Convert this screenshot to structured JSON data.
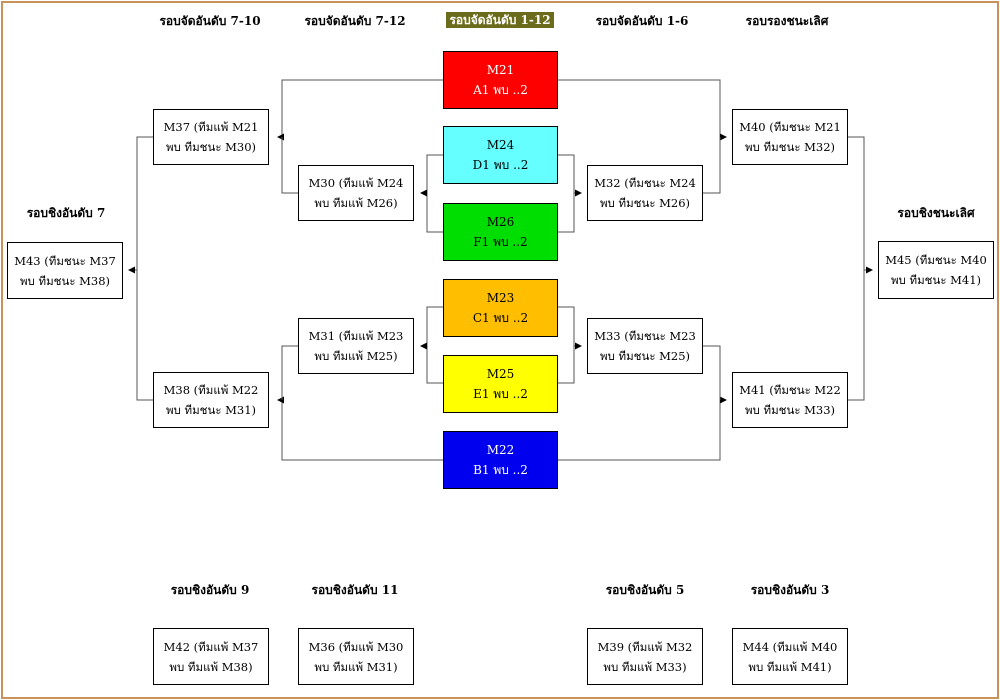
{
  "headers": {
    "h1": "รอบจัดอันดับ 7-10",
    "h2": "รอบจัดอันดับ 7-12",
    "h3": "รอบจัดอันดับ 1-12",
    "h4": "รอบจัดอันดับ 1-6",
    "h5": "รอบรองชนะเลิศ",
    "left_final": "รอบชิงอันดับ 7",
    "right_final": "รอบชิงชนะเลิศ",
    "b9": "รอบชิงอันดับ 9",
    "b11": "รอบชิงอันดับ 11",
    "b5": "รอบชิงอันดับ 5",
    "b3": "รอบชิงอันดับ 3"
  },
  "center": {
    "m21": {
      "l1": "M21",
      "l2": "A1 พบ ..2",
      "color": "#ff0000"
    },
    "m24": {
      "l1": "M24",
      "l2": "D1 พบ ..2",
      "color": "#66ffff"
    },
    "m26": {
      "l1": "M26",
      "l2": "F1 พบ ..2",
      "color": "#00dd00"
    },
    "m23": {
      "l1": "M23",
      "l2": "C1 พบ ..2",
      "color": "#ffbf00"
    },
    "m25": {
      "l1": "M25",
      "l2": "E1 พบ ..2",
      "color": "#ffff00"
    },
    "m22": {
      "l1": "M22",
      "l2": "B1 พบ ..2",
      "color": "#0000ee"
    }
  },
  "matches": {
    "m37": {
      "l1": "M37 (ทีมแพ้ M21",
      "l2": "พบ ทีมชนะ M30)"
    },
    "m30": {
      "l1": "M30 (ทีมแพ้ M24",
      "l2": "พบ ทีมแพ้ M26)"
    },
    "m31": {
      "l1": "M31 (ทีมแพ้ M23",
      "l2": "พบ ทีมแพ้ M25)"
    },
    "m38": {
      "l1": "M38 (ทีมแพ้ M22",
      "l2": "พบ ทีมชนะ M31)"
    },
    "m43": {
      "l1": "M43 (ทีมชนะ M37",
      "l2": "พบ ทีมชนะ M38)"
    },
    "m40": {
      "l1": "M40 (ทีมชนะ M21",
      "l2": "พบ ทีมชนะ M32)"
    },
    "m32": {
      "l1": "M32 (ทีมชนะ M24",
      "l2": "พบ ทีมชนะ M26)"
    },
    "m33": {
      "l1": "M33 (ทีมชนะ M23",
      "l2": "พบ ทีมชนะ M25)"
    },
    "m41": {
      "l1": "M41 (ทีมชนะ M22",
      "l2": "พบ ทีมชนะ M33)"
    },
    "m45": {
      "l1": "M45 (ทีมชนะ M40",
      "l2": "พบ ทีมชนะ M41)"
    },
    "m42": {
      "l1": "M42 (ทีมแพ้ M37",
      "l2": "พบ ทีมแพ้ M38)"
    },
    "m36": {
      "l1": "M36 (ทีมแพ้ M30",
      "l2": "พบ ทีมแพ้ M31)"
    },
    "m39": {
      "l1": "M39 (ทีมแพ้ M32",
      "l2": "พบ ทีมแพ้ M33)"
    },
    "m44": {
      "l1": "M44 (ทีมแพ้ M40",
      "l2": "พบ ทีมแพ้ M41)"
    }
  }
}
